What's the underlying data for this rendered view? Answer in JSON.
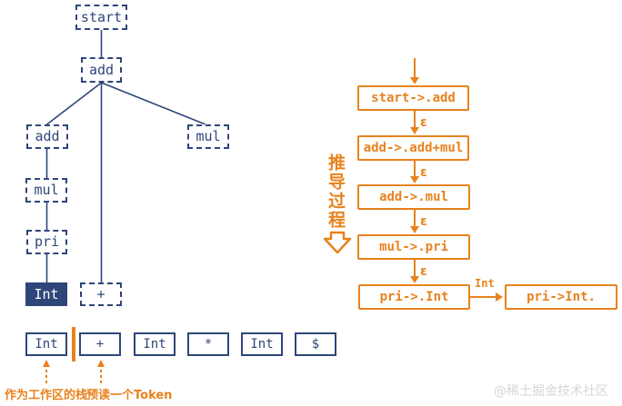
{
  "colors": {
    "navy": "#2e4679",
    "orange": "#e8821e",
    "watermark_gray": "#d6d6d6"
  },
  "parse_tree": {
    "start": "start",
    "add_root": "add",
    "add_left": "add",
    "mul_right": "mul",
    "mul_left": "mul",
    "pri": "pri",
    "int_leaf": "Int",
    "plus_leaf": "+"
  },
  "token_row": {
    "items": [
      "Int",
      "+",
      "Int",
      "*",
      "Int",
      "$"
    ]
  },
  "notes": {
    "stack": "作为工作区的栈",
    "lookahead": "预读一个Token"
  },
  "derivation": {
    "title": "推导过程",
    "epsilon": "ε",
    "steps": [
      "start->.add",
      "add->.add+mul",
      "add->.mul",
      "mul->.pri",
      "pri->.Int"
    ],
    "shift": "Int",
    "result": "pri->Int."
  },
  "watermark": "@稀土掘金技术社区"
}
